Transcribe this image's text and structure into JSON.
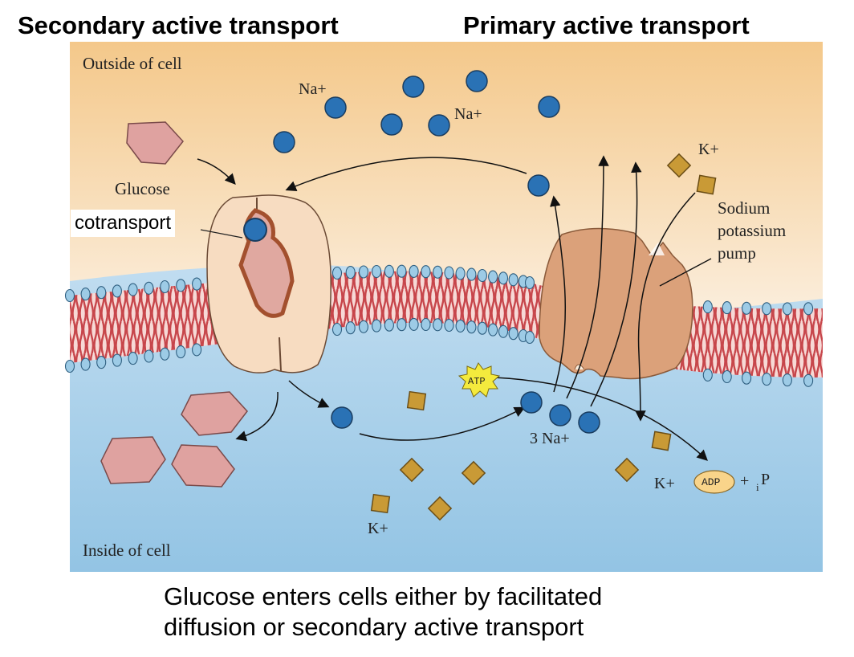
{
  "headings": {
    "secondary": "Secondary active transport",
    "primary": "Primary active transport"
  },
  "regions": {
    "outside": "Outside of cell",
    "inside": "Inside of cell"
  },
  "labels": {
    "na_outside_1": "Na+",
    "na_outside_2": "Na+",
    "k_outside": "K+",
    "glucose": "Glucose",
    "cotransport": "cotransport",
    "pump_line1": "Sodium",
    "pump_line2": "potassium",
    "pump_line3": "pump",
    "atp": "ATP",
    "three_na": "3 Na+",
    "k_inside_right": "K+",
    "adp": "ADP",
    "plus": "+",
    "pi": "P",
    "pi_sub": "i",
    "k_inside_bottom": "K+"
  },
  "caption": {
    "line1": "Glucose enters cells either by facilitated",
    "line2": "diffusion or secondary active transport"
  },
  "colors": {
    "outside_top": "#f4c88a",
    "outside_bottom": "#fbeedd",
    "inside_top": "#e2eff9",
    "inside_bottom": "#93c4e4",
    "sodium": "#2a72b5",
    "potassium": "#c99a36",
    "glucose": "#dfa2a0",
    "cotransporter": "#f7dcc1",
    "pump": "#dba17a",
    "phospholipid_head": "#9dcbe6",
    "lipid_tail": "#c2363c",
    "atp": "#f4ea3d"
  }
}
